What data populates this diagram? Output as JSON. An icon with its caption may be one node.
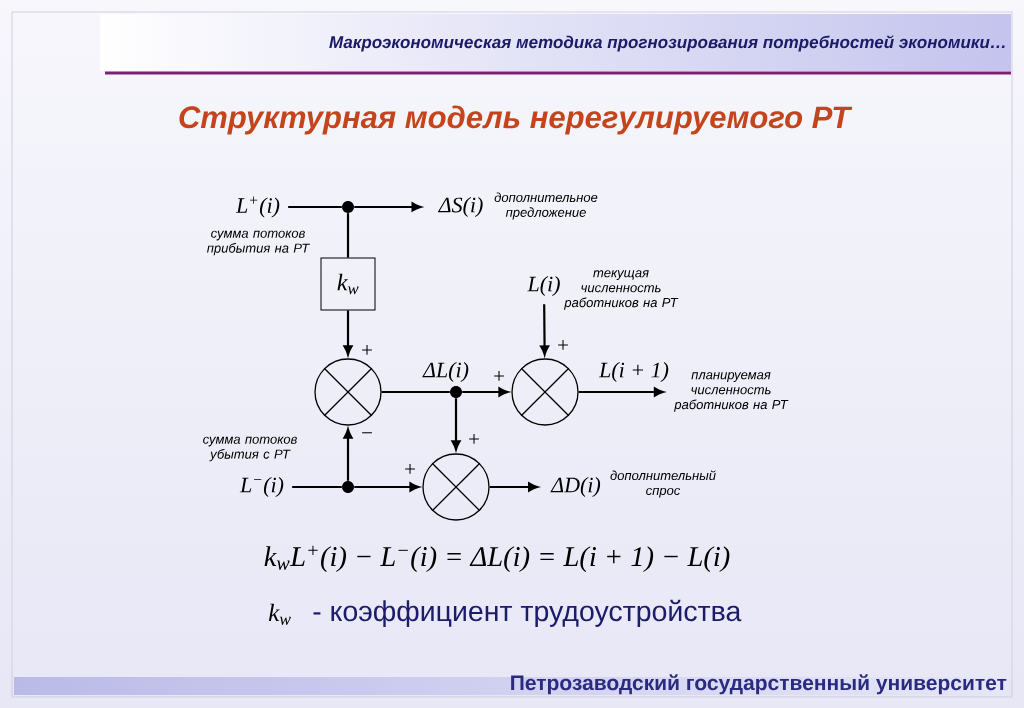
{
  "diagram": {
    "title": "Структурная модель нерегулируемого РТ",
    "nodes": [
      {
        "text": [
          "L$^{+}$(i)"
        ],
        "beside": [
          "сумма потоков прибытия на РТ"
        ]
      },
      {
        "text": [],
        "shape": "dot"
      },
      {
        "text": [
          "ΔS(i)"
        ],
        "beside": [
          "дополнительное предложение"
        ]
      },
      {
        "text": [
          "k$_{w}$"
        ]
      },
      {
        "text": [
          "L(i)"
        ],
        "beside": [
          "текущая численность работников на РТ"
        ]
      },
      {
        "text": [],
        "shape": "circle"
      },
      {
        "text": [],
        "shape": "dot"
      },
      {
        "text": [],
        "shape": "circle"
      },
      {
        "text": [
          "планируемая численность работников на РТ"
        ]
      },
      {
        "text": [],
        "shape": "circle"
      },
      {
        "text": [
          "L$^{−}$(i)"
        ],
        "beside": [
          "сумма потоков убытия с РТ"
        ]
      },
      {
        "text": [],
        "shape": "dot"
      },
      {
        "text": [
          "ΔD(i)"
        ],
        "beside": [
          "дополнительный спрос"
        ]
      }
    ],
    "edges": [
      {
        "from": 0,
        "to": 1,
        "arrow": "none"
      },
      {
        "from": 1,
        "to": 2,
        "arrow": "to"
      },
      {
        "from": 1,
        "to": 3,
        "arrow": "none"
      },
      {
        "from": 3,
        "to": 5,
        "arrow": "to",
        "label": "+"
      },
      {
        "from": 5,
        "to": 6,
        "arrow": "none",
        "label": "ΔL(i)"
      },
      {
        "from": 6,
        "to": 7,
        "arrow": "to",
        "label": "+"
      },
      {
        "from": 4,
        "to": 7,
        "arrow": "to",
        "label": "+"
      },
      {
        "from": 7,
        "to": 8,
        "arrow": "to",
        "label": "L(i + 1)"
      },
      {
        "from": 6,
        "to": 9,
        "arrow": "to",
        "label": "+"
      },
      {
        "from": 10,
        "to": 11,
        "arrow": "none"
      },
      {
        "from": 11,
        "to": 5,
        "arrow": "to",
        "label": "−"
      },
      {
        "from": 11,
        "to": 9,
        "arrow": "to",
        "label": "+"
      },
      {
        "from": 9,
        "to": 12,
        "arrow": "to"
      }
    ],
    "labels": [
      "Макроэкономическая методика прогнозирования потребностей экономики…",
      "k$_{w}$L$^{+}$(i) − L$^{−}$(i) = ΔL(i) = L(i + 1) − L(i)",
      "k$_{w}$",
      "- коэффициент трудоустройства",
      "Петрозаводский государственный университет"
    ]
  }
}
